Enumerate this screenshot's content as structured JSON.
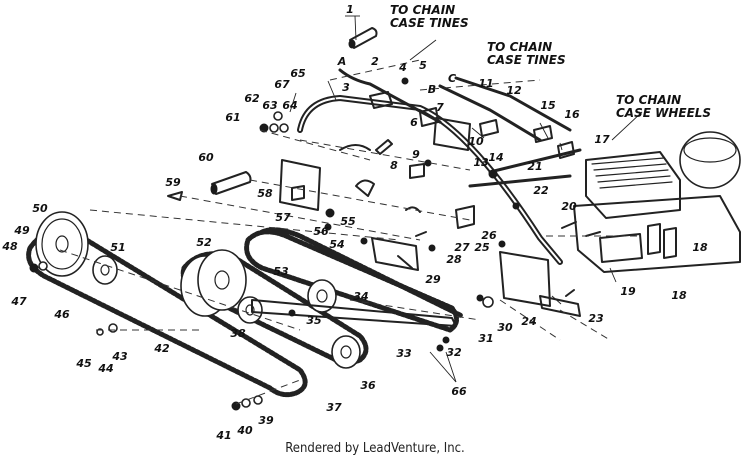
{
  "notes": {
    "chain_tines_1_line1": "TO CHAIN",
    "chain_tines_1_line2": "CASE TINES",
    "chain_tines_2_line1": "TO CHAIN",
    "chain_tines_2_line2": "CASE TINES",
    "chain_wheels_line1": "TO CHAIN",
    "chain_wheels_line2": "CASE WHEELS"
  },
  "cable_letters": [
    "A",
    "B",
    "C"
  ],
  "callouts": [
    "1",
    "2",
    "3",
    "4",
    "5",
    "6",
    "7",
    "8",
    "9",
    "10",
    "11",
    "12",
    "13",
    "14",
    "15",
    "16",
    "17",
    "18",
    "18",
    "19",
    "20",
    "21",
    "22",
    "23",
    "24",
    "25",
    "26",
    "27",
    "28",
    "29",
    "30",
    "31",
    "32",
    "33",
    "34",
    "35",
    "36",
    "37",
    "38",
    "39",
    "40",
    "41",
    "42",
    "43",
    "44",
    "45",
    "46",
    "47",
    "48",
    "49",
    "50",
    "51",
    "52",
    "53",
    "54",
    "55",
    "56",
    "57",
    "58",
    "59",
    "60",
    "61",
    "62",
    "63",
    "64",
    "65",
    "66",
    "67"
  ],
  "footer": "Rendered by LeadVenture, Inc.",
  "colors": {
    "ink": "#222222",
    "paper": "#ffffff"
  }
}
